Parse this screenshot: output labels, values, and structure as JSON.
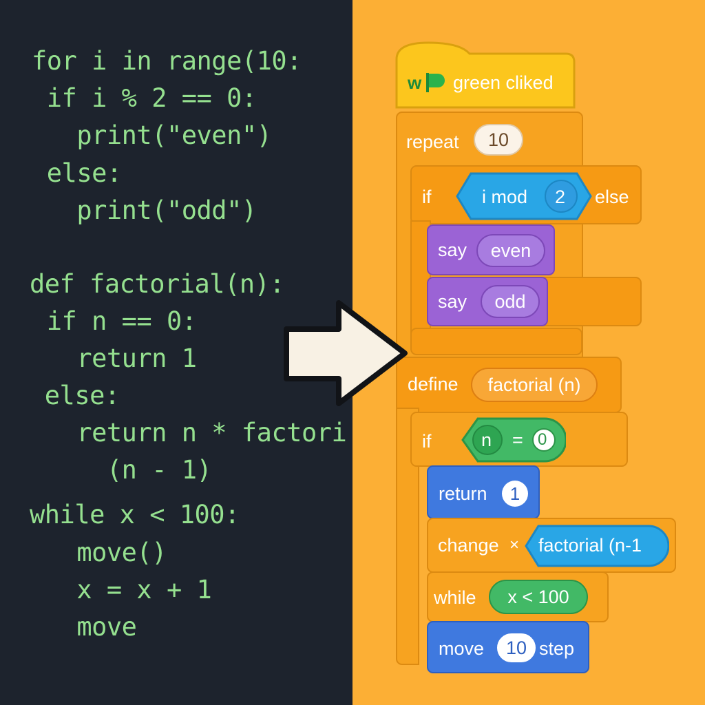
{
  "code": [
    "for i in range(10:",
    " if i % 2 == 0:",
    "   print(\"even\")",
    " else:",
    "   print(\"odd\")",
    "def factorial(n):",
    " if n == 0:",
    "   return 1",
    " else:",
    "   return n * factori",
    "     (n - 1)",
    "while x < 100:",
    "   move()",
    "   x = x + 1",
    "   move"
  ],
  "blocks": {
    "hat": {
      "icon_text": "w",
      "label": "green cliked"
    },
    "repeat": {
      "label": "repeat",
      "count": "10"
    },
    "if1": {
      "label": "if",
      "cond_left": "i mod",
      "cond_right": "2",
      "else_label": "else"
    },
    "say1": {
      "label": "say",
      "value": "even"
    },
    "say2": {
      "label": "say",
      "value": "odd"
    },
    "define": {
      "label": "define",
      "name": "factorial (n)"
    },
    "if2": {
      "label": "if",
      "left": "n",
      "op": "=",
      "right": "0"
    },
    "return": {
      "label": "return",
      "value": "1"
    },
    "change": {
      "label": "change",
      "var": "×",
      "reporter": "factorial (n-1"
    },
    "while": {
      "label": "while",
      "cond": "x < 100"
    },
    "move": {
      "label": "move",
      "steps": "10",
      "unit": "step"
    }
  },
  "colors": {
    "code_bg": "#1d232d",
    "code_text": "#95e08f",
    "blocks_bg": "#fcaf35",
    "events": "#fcc61d",
    "control": "#f7a320",
    "looks": "#9b63d5",
    "motion": "#3f79df",
    "operators": "#42b966",
    "reporter": "#29a6e6",
    "arrow": "#f8f1e4"
  }
}
